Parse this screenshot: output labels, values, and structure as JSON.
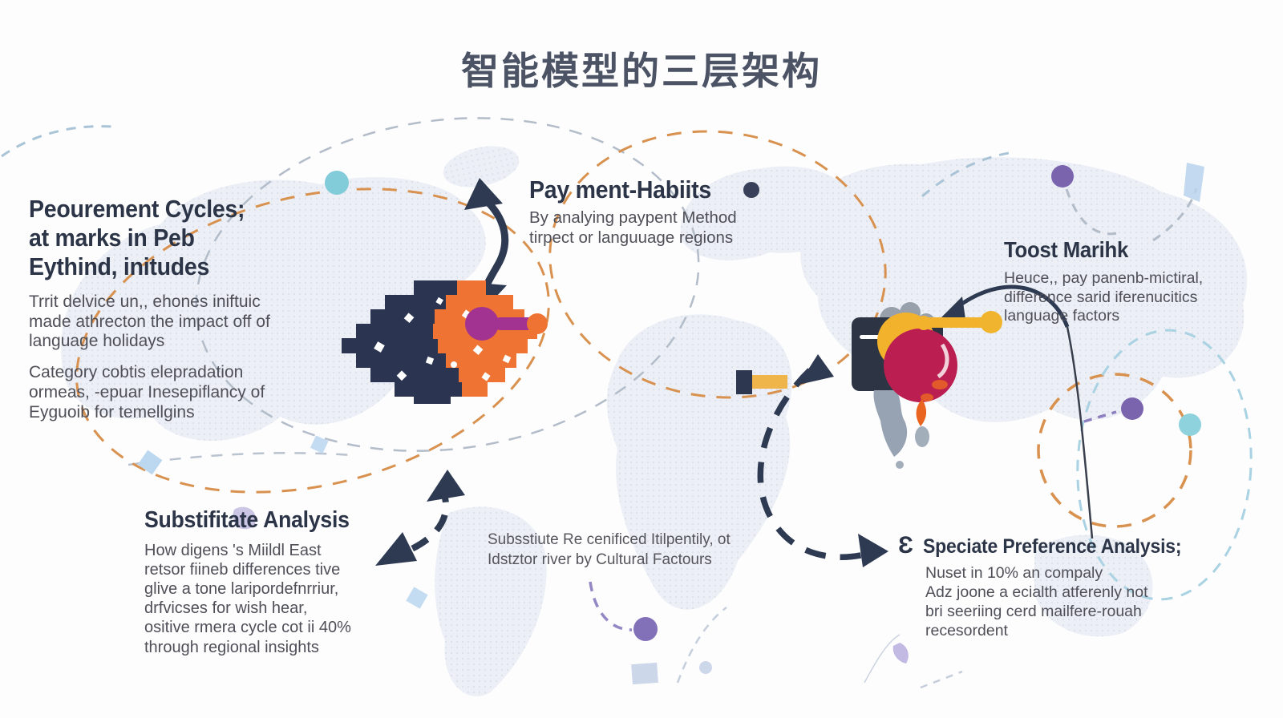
{
  "title": "智能模型的三层架构",
  "sections": {
    "procurement": {
      "heading": "Peourement Cycles;\nat marks in Peb\nEythind, initudes",
      "para1": "Trrit delvice un,, ehones iniftuic made athrecton the impact off of language holidays",
      "para2": "Category cobtis elepradation ormeas, -epuar Inesepiflancy of Eyguoib for temellgins"
    },
    "payment": {
      "heading": "Pay ment-Habiits",
      "body": "By analying paypent Method\ntirpect or languuage regions"
    },
    "toost": {
      "heading": "Toost Marihk",
      "body": "Heuce,, pay panenb-mictiral,\ndifference sarid iferenucitics\nlanguage factors"
    },
    "substitute": {
      "heading": "Substifitate Analysis",
      "body": "How digens 's Miildl East\nretsor fiineb differences tive\nglive a tone laripordefnrriur,\ndrfvicses for wish hear,\nositive rmera cycle cot ii 40%\nthrough regional insights"
    },
    "cultural_note": {
      "body": "Subsstiute Re cenificed Itilpentily, ot\nIdstztor river by Cultural Factours"
    },
    "speciate": {
      "prefix": "Ɛ",
      "heading": "Speciate Preference Analysis;",
      "body": "Nuset in 10% an compaly\nAdz joone a ecialth atferenly not\nbri seeriing cerd mailfere-rouah\nrecesordent"
    }
  },
  "icons": {
    "pixel-map-icon": "pixelated two-tone region blob (navy + orange) with white speckles",
    "key-connector-icon": "magenta node with bar linking to orange node",
    "chart-device-icon": "dark panel with globe sphere, yellow wedge and cloud",
    "dumbbell-connector-icon": "yellow bar ending in yellow node",
    "legend-swatch-icon": "navy square with amber bar",
    "updown-arrow-icon": "curved double-headed vertical arrow",
    "swap-arrow-icon": "dashed curved double-headed arrow",
    "loop-arrow-icon": "large dashed C-curve arrow with two heads",
    "pointer-arrow-icon": "thin curved arrow pointing at device"
  },
  "colors": {
    "title": "#4b5365",
    "heading": "#2c3547",
    "body_text": "#4f4f58",
    "navy": "#2b3450",
    "orange": "#ef7434",
    "magenta": "#a23390",
    "crimson": "#bb1e51",
    "yellow": "#f2b22c",
    "amber": "#f0b54a",
    "teal_dot": "#82cbd9",
    "purple_dot": "#7a64ae",
    "map_fill": "#e9edf4",
    "dash_orange": "#d8914e",
    "dash_blue": "#a9d2e2",
    "dash_gray": "#b3bcc9"
  }
}
